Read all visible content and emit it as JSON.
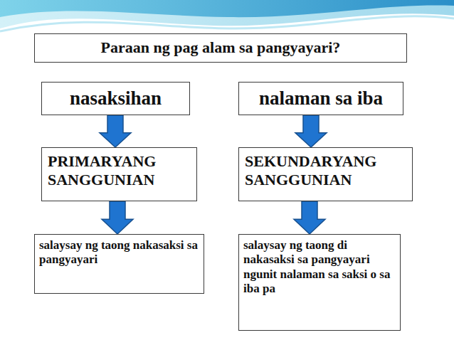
{
  "diagram": {
    "title": "Paraan ng pag alam sa pangyayari?",
    "nodes": [
      {
        "text": [
          "nasaksihan"
        ]
      },
      {
        "text": [
          "nalaman sa iba"
        ]
      },
      {
        "text": [
          "PRIMARYANG SANGGUNIAN"
        ]
      },
      {
        "text": [
          "SEKUNDARYANG SANGGUNIAN"
        ]
      },
      {
        "text": [
          "salaysay ng taong nakasaksi sa pangyayari"
        ]
      },
      {
        "text": [
          "salaysay ng taong di nakasaksi sa pangyayari ngunit nalaman sa saksi o sa iba pa"
        ]
      }
    ],
    "edges": [
      {
        "from": 0,
        "to": 2,
        "arrow": "to"
      },
      {
        "from": 1,
        "to": 3,
        "arrow": "to"
      },
      {
        "from": 2,
        "to": 4,
        "arrow": "to"
      },
      {
        "from": 3,
        "to": 5,
        "arrow": "to"
      }
    ]
  }
}
